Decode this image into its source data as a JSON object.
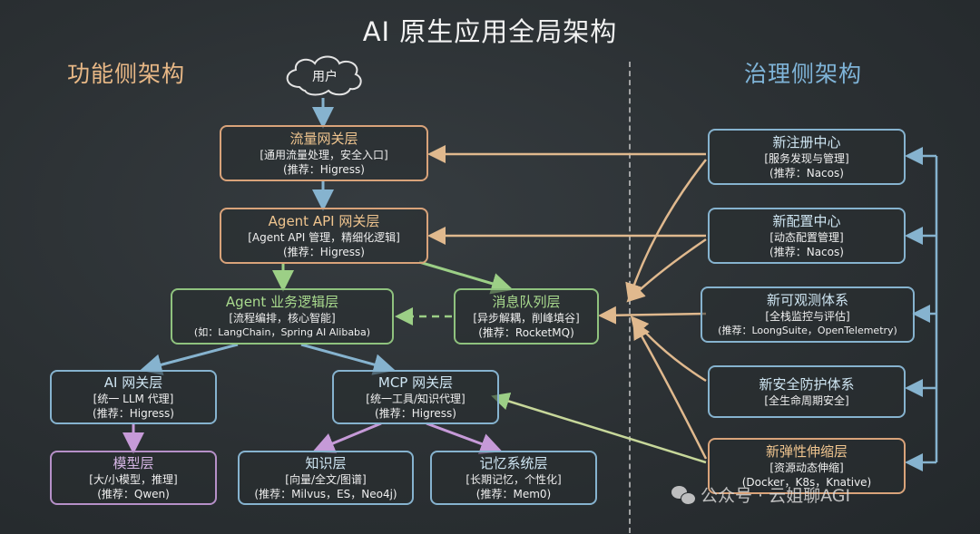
{
  "title": "AI 原生应用全局架构",
  "sections": {
    "left": "功能侧架构",
    "right": "治理侧架构"
  },
  "user": "用户",
  "nodes": {
    "traffic_gateway": {
      "title": "流量网关层",
      "line1": "[通用流量处理，安全入口]",
      "line2": "(推荐：Higress)"
    },
    "agent_api_gateway": {
      "title": "Agent API 网关层",
      "line1": "[Agent API 管理，精细化逻辑]",
      "line2": "(推荐：Higress)"
    },
    "agent_logic": {
      "title": "Agent 业务逻辑层",
      "line1": "[流程编排，核心智能]",
      "line2": "(如：LangChain，Spring AI Alibaba)"
    },
    "message_queue": {
      "title": "消息队列层",
      "line1": "[异步解耦，削峰填谷]",
      "line2": "(推荐：RocketMQ)"
    },
    "ai_gateway": {
      "title": "AI 网关层",
      "line1": "[统一 LLM 代理]",
      "line2": "(推荐：Higress)"
    },
    "mcp_gateway": {
      "title": "MCP 网关层",
      "line1": "[统一工具/知识代理]",
      "line2": "(推荐：Higress)"
    },
    "model": {
      "title": "模型层",
      "line1": "[大/小模型，推理]",
      "line2": "(推荐：Qwen)"
    },
    "knowledge": {
      "title": "知识层",
      "line1": "[向量/全文/图谱]",
      "line2": "(推荐：Milvus，ES，Neo4j)"
    },
    "memory": {
      "title": "记忆系统层",
      "line1": "[长期记忆，个性化]",
      "line2": "(推荐：Mem0)"
    },
    "registry": {
      "title": "新注册中心",
      "line1": "[服务发现与管理]",
      "line2": "(推荐：Nacos)"
    },
    "config": {
      "title": "新配置中心",
      "line1": "[动态配置管理]",
      "line2": "(推荐：Nacos)"
    },
    "observability": {
      "title": "新可观测体系",
      "line1": "[全栈监控与评估]",
      "line2": "(推荐：LoongSuite，OpenTelemetry)"
    },
    "security": {
      "title": "新安全防护体系",
      "line1": "[全生命周期安全]"
    },
    "elastic": {
      "title": "新弹性伸缩层",
      "line1": "[资源动态伸缩]",
      "line2": "(Docker，K8s，Knative)"
    }
  },
  "watermark": "公众号 · 云姐聊AGI",
  "colors": {
    "orange": "#d9a37a",
    "green": "#8fc27e",
    "blue": "#86b3cf",
    "purple": "#b690c8"
  }
}
